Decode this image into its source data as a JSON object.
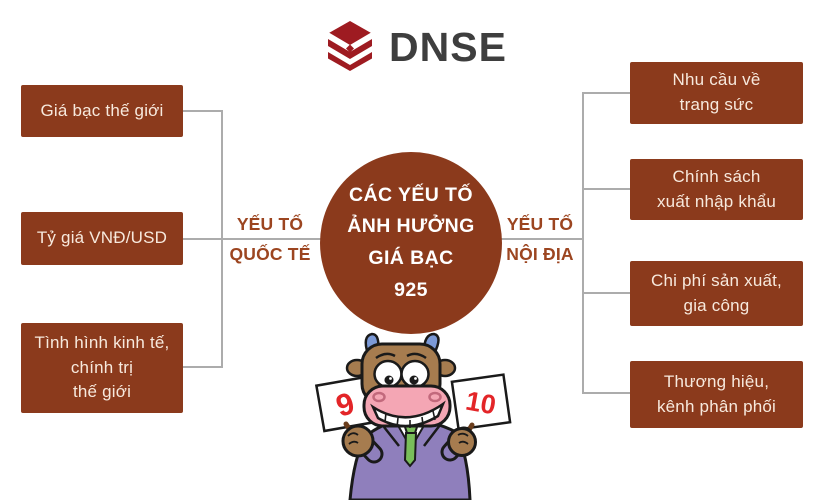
{
  "brand": {
    "name": "DNSE"
  },
  "diagram": {
    "center_text": "CÁC YẾU TỐ\nẢNH HƯỞNG\nGIÁ BẠC\n925",
    "left": {
      "label": "YẾU TỐ\nQUỐC TẾ",
      "items": [
        "Giá bạc thế giới",
        "Tỷ giá VNĐ/USD",
        "Tình hình kinh tế,\nchính trị\nthế giới"
      ]
    },
    "right": {
      "label": "YẾU TỐ\nNỘI ĐỊA",
      "items": [
        "Nhu cầu về\ntrang sức",
        "Chính sách\nxuất nhập khẩu",
        "Chi phí sản xuất,\ngia công",
        "Thương hiệu,\nkênh phân phối"
      ]
    }
  },
  "mascot": {
    "left_sign": "9",
    "right_sign": "10"
  },
  "colors": {
    "box": "#8B3A1C",
    "label_text": "#9C4520",
    "connector": "#ACACAC",
    "box_text": "#F7E9DD",
    "logo_red": "#9E1B21",
    "logo_text": "#3E3E3E",
    "sign_number": "#E32528",
    "suit": "#8F7FBC",
    "tie": "#79BE5A",
    "fur": "#A67C4F",
    "muzzle": "#F4A6B4",
    "horn": "#7B99D6"
  }
}
